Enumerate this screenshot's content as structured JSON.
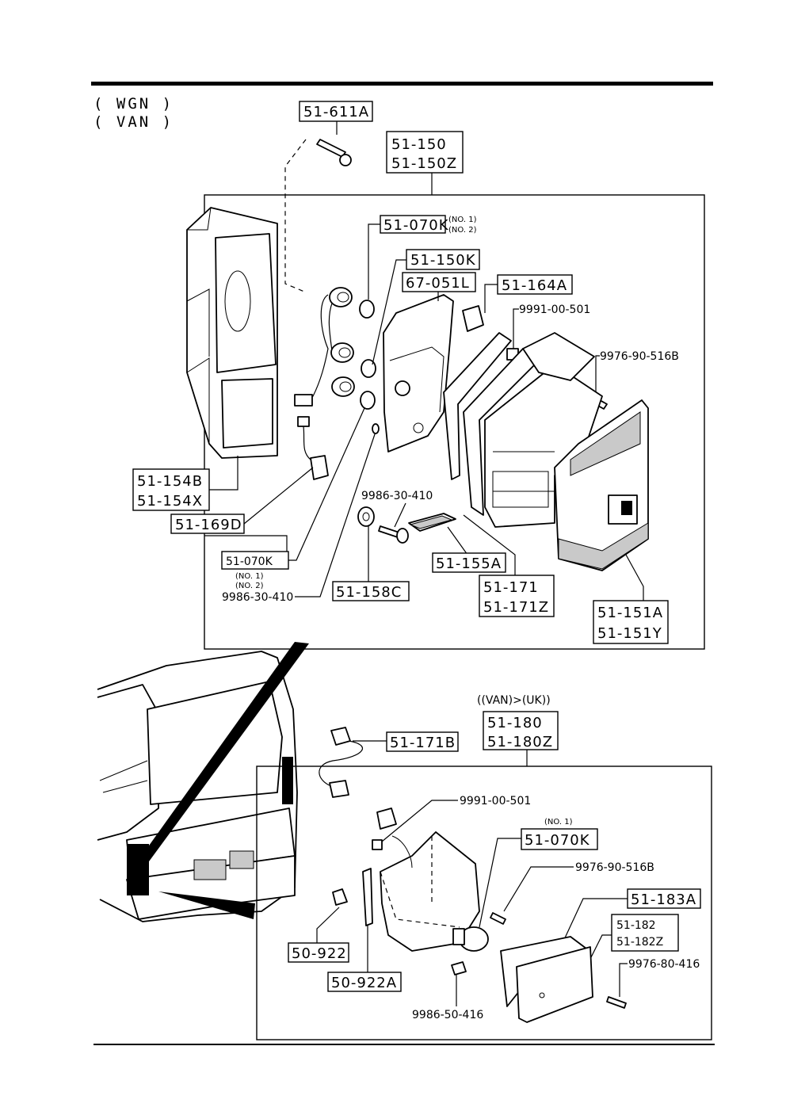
{
  "header": {
    "variant_1": "( WGN )",
    "variant_2": "( VAN )"
  },
  "upper_assembly": {
    "parts": {
      "p51_611A": "51-611A",
      "p51_150": "51-150",
      "p51_150Z": "51-150Z",
      "p51_070K_top": "51-070K",
      "p51_070K_top_note1": "(NO. 1)",
      "p51_070K_top_note2": "(NO. 2)",
      "p51_150K": "51-150K",
      "p67_051L": "67-051L",
      "p51_164A": "51-164A",
      "p9991_00_501": "9991-00-501",
      "p9976_90_516B": "9976-90-516B",
      "p51_154B": "51-154B",
      "p51_154X": "51-154X",
      "p51_169D": "51-169D",
      "p9986_30_410_mid": "9986-30-410",
      "p51_070K_low": "51-070K",
      "p51_070K_low_note1": "(NO. 1)",
      "p51_070K_low_note2": "(NO. 2)",
      "p9986_30_410_low": "9986-30-410",
      "p51_158C": "51-158C",
      "p51_155A": "51-155A",
      "p51_171": "51-171",
      "p51_171Z": "51-171Z",
      "p51_151A": "51-151A",
      "p51_151Y": "51-151Y"
    }
  },
  "lower_assembly": {
    "variant": "((VAN)>(UK))",
    "parts": {
      "p51_180": "51-180",
      "p51_180Z": "51-180Z",
      "p51_171B": "51-171B",
      "p9991_00_501": "9991-00-501",
      "p51_070K": "51-070K",
      "p51_070K_note": "(NO. 1)",
      "p9976_90_516B": "9976-90-516B",
      "p51_183A": "51-183A",
      "p51_182": "51-182",
      "p51_182Z": "51-182Z",
      "p9976_80_416": "9976-80-416",
      "p50_922": "50-922",
      "p50_922A": "50-922A",
      "p9986_50_416": "9986-50-416"
    }
  }
}
